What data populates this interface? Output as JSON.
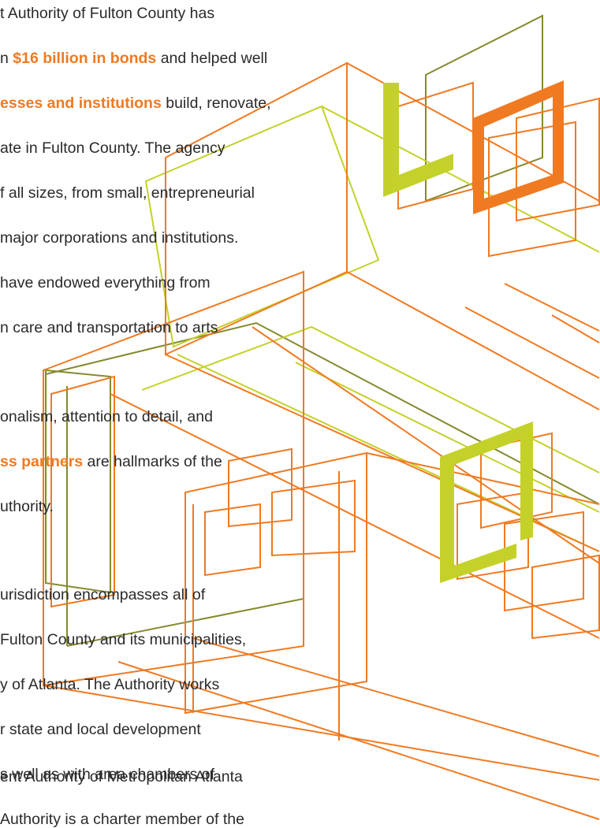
{
  "colors": {
    "text": "#2a2a2a",
    "highlight": "#f07a22",
    "orange": "#f07a22",
    "lime": "#c4d12a",
    "olive": "#858a2e"
  },
  "paragraphs": [
    {
      "lines": [
        [
          {
            "t": "t Authority of Fulton County has"
          }
        ],
        [
          {
            "t": "n "
          },
          {
            "t": "$16 billion in bonds",
            "hl": true
          },
          {
            "t": " and helped well"
          }
        ],
        [
          {
            "t": "esses and institutions",
            "hl": true
          },
          {
            "t": " build, renovate,"
          }
        ],
        [
          {
            "t": "ate in Fulton County. The agency"
          }
        ],
        [
          {
            "t": "f all sizes, from small, entrepreneurial"
          }
        ],
        [
          {
            "t": "major corporations and institutions."
          }
        ],
        [
          {
            "t": "have endowed everything from"
          }
        ],
        [
          {
            "t": "n care and transportation to arts"
          }
        ]
      ]
    },
    {
      "lines": [
        [
          {
            "t": "onalism, attention to detail, and"
          }
        ],
        [
          {
            "t": "ss partners",
            "hl": true
          },
          {
            "t": " are hallmarks of the"
          }
        ],
        [
          {
            "t": "uthority."
          }
        ]
      ]
    },
    {
      "lines": [
        [
          {
            "t": "urisdiction encompasses all of"
          }
        ],
        [
          {
            "t": "Fulton County and its municipalities,"
          }
        ],
        [
          {
            "t": "y of Atlanta. The Authority works"
          }
        ],
        [
          {
            "t": "r state and local development"
          }
        ],
        [
          {
            "t": "s well as with area chambers of"
          }
        ],
        [
          {
            "t": "Authority is a charter member of the"
          }
        ],
        [
          {
            "t": "ent Authority of Metropolitan Atlanta"
          }
        ]
      ]
    }
  ]
}
